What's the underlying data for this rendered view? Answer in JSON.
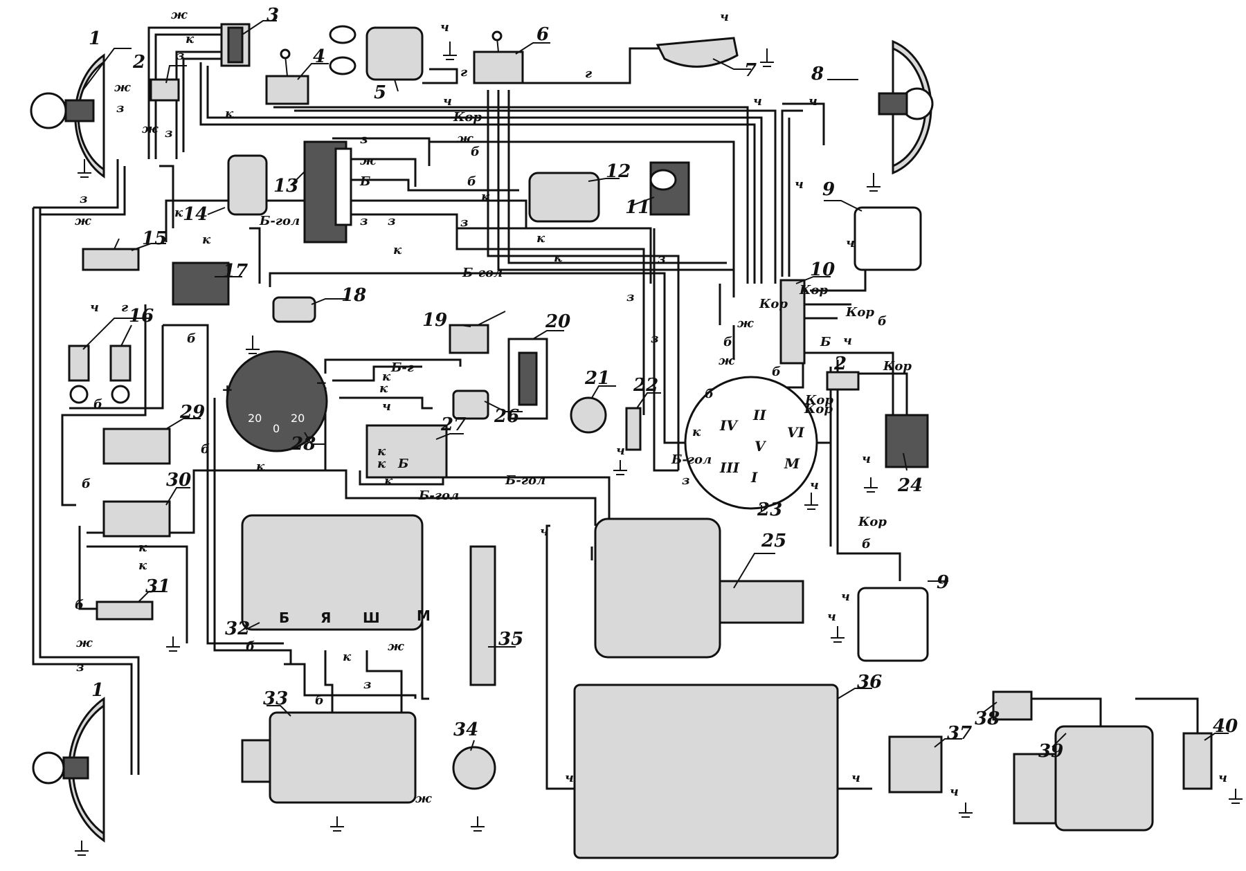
{
  "components": [
    {
      "num": "1"
    },
    {
      "num": "2"
    },
    {
      "num": "3"
    },
    {
      "num": "4"
    },
    {
      "num": "5"
    },
    {
      "num": "6"
    },
    {
      "num": "7"
    },
    {
      "num": "8"
    },
    {
      "num": "9"
    },
    {
      "num": "10"
    },
    {
      "num": "11"
    },
    {
      "num": "12"
    },
    {
      "num": "13"
    },
    {
      "num": "14"
    },
    {
      "num": "15"
    },
    {
      "num": "16"
    },
    {
      "num": "17"
    },
    {
      "num": "18"
    },
    {
      "num": "19"
    },
    {
      "num": "20"
    },
    {
      "num": "21"
    },
    {
      "num": "22"
    },
    {
      "num": "23"
    },
    {
      "num": "24"
    },
    {
      "num": "25"
    },
    {
      "num": "26"
    },
    {
      "num": "27"
    },
    {
      "num": "28"
    },
    {
      "num": "29"
    },
    {
      "num": "30"
    },
    {
      "num": "31"
    },
    {
      "num": "32"
    },
    {
      "num": "33"
    },
    {
      "num": "34"
    },
    {
      "num": "35"
    },
    {
      "num": "36"
    },
    {
      "num": "37"
    },
    {
      "num": "38"
    },
    {
      "num": "39"
    },
    {
      "num": "40"
    }
  ],
  "wire_colors": {
    "zh": "ж",
    "z": "з",
    "k": "к",
    "ch": "ч",
    "g": "г",
    "b": "б",
    "kor": "Кор",
    "bg": "Б-г",
    "bgol": "Б-гол",
    "bgol_lower": "б-гол",
    "b_upper": "Б"
  },
  "terminals": {
    "b": "Б",
    "ya": "Я",
    "sh": "Ш",
    "m": "М",
    "v": "V",
    "mm": "М"
  },
  "distributor_terminals": {
    "i": "I",
    "ii": "II",
    "iii": "III",
    "iv": "IV",
    "vi": "VI"
  },
  "gauge": {
    "left": "20",
    "center": "0",
    "right": "20",
    "plus": "+",
    "minus": "−"
  }
}
